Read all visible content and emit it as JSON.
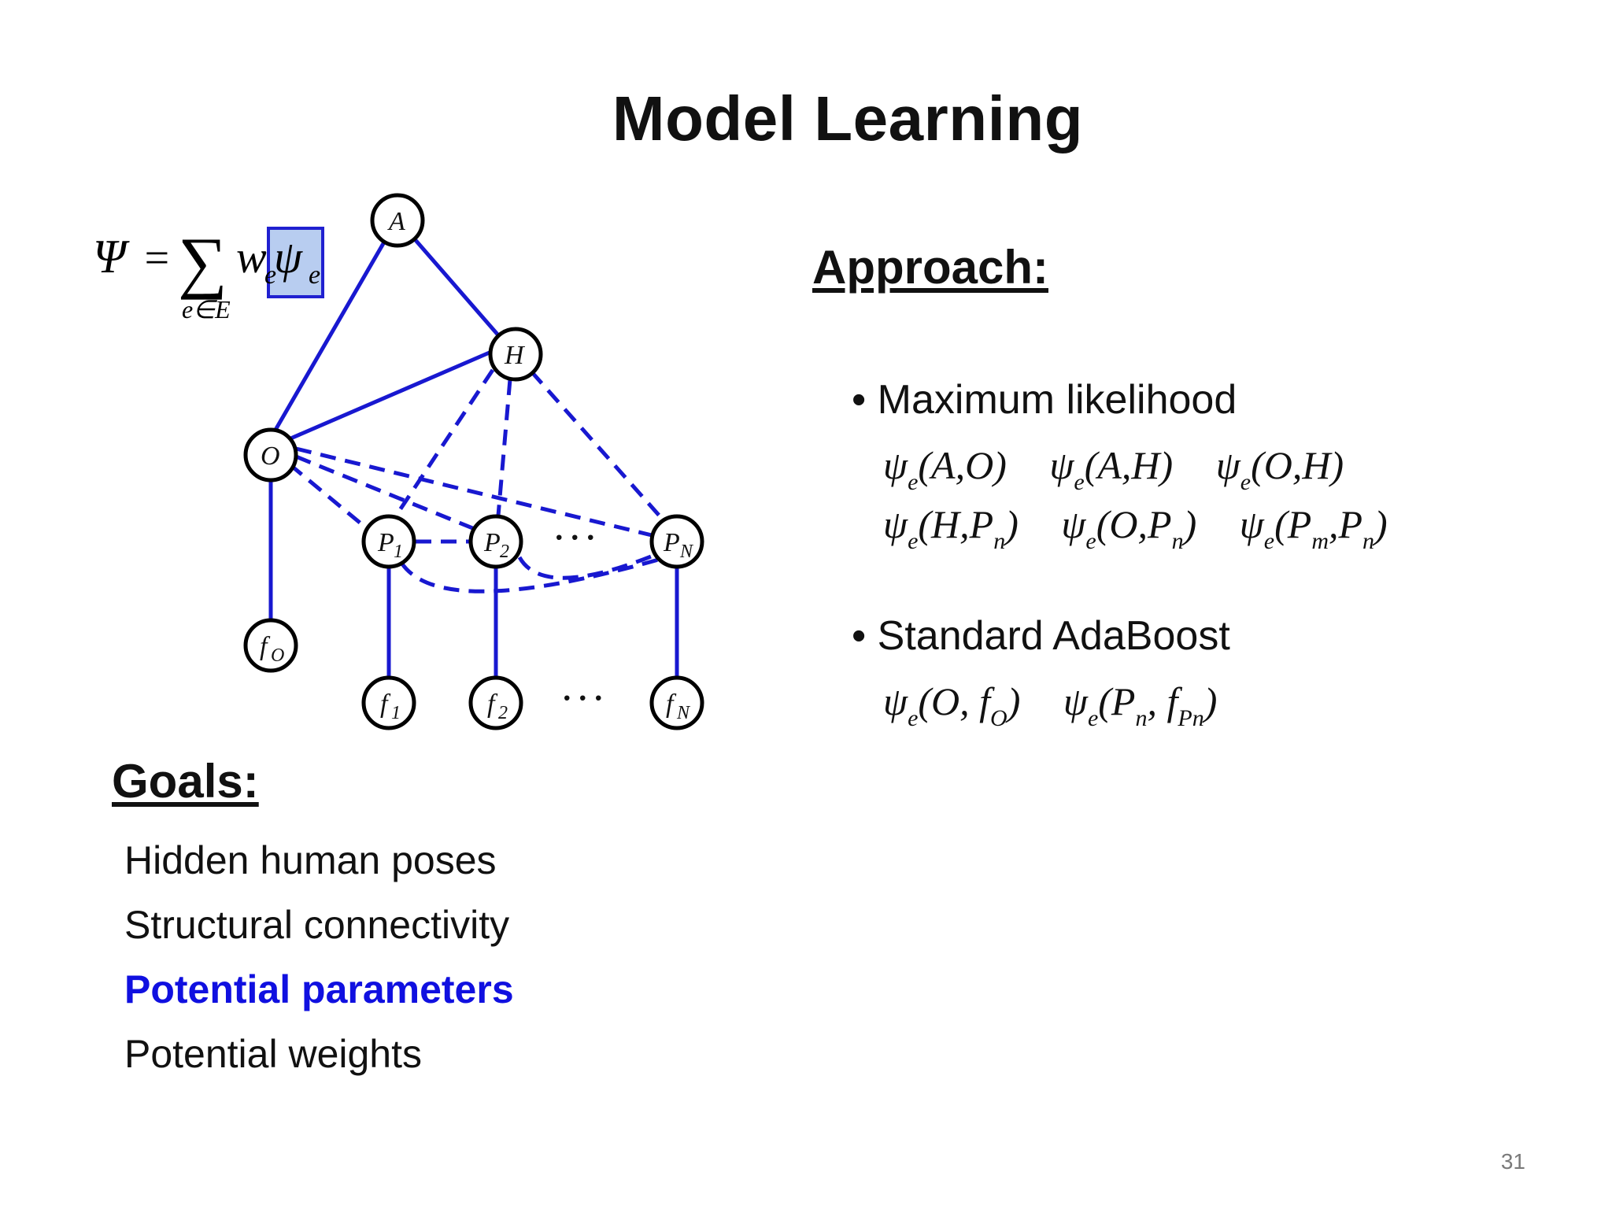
{
  "slide": {
    "title": "Model Learning",
    "page_number": "31"
  },
  "formula": {
    "lhs": "Ψ",
    "equals": "=",
    "sum": "∑",
    "subscript": "e∈E",
    "w": "w",
    "psi": "ψ",
    "e": "e"
  },
  "graph": {
    "nodes": [
      {
        "id": "A",
        "label": "A"
      },
      {
        "id": "H",
        "label": "H"
      },
      {
        "id": "O",
        "label": "O"
      },
      {
        "id": "P1",
        "label": "P",
        "sub": "1"
      },
      {
        "id": "P2",
        "label": "P",
        "sub": "2"
      },
      {
        "id": "PN",
        "label": "P",
        "sub": "N"
      },
      {
        "id": "fO",
        "label": "f",
        "sub": "O"
      },
      {
        "id": "f1",
        "label": "f",
        "sub": "1"
      },
      {
        "id": "f2",
        "label": "f",
        "sub": "2"
      },
      {
        "id": "fN",
        "label": "f",
        "sub": "N"
      }
    ],
    "solid_edges": [
      [
        "A",
        "O"
      ],
      [
        "A",
        "H"
      ],
      [
        "H",
        "O"
      ],
      [
        "O",
        "fO"
      ],
      [
        "P1",
        "f1"
      ],
      [
        "P2",
        "f2"
      ],
      [
        "PN",
        "fN"
      ]
    ],
    "dashed_edges": [
      [
        "H",
        "P1"
      ],
      [
        "H",
        "P2"
      ],
      [
        "H",
        "PN"
      ],
      [
        "O",
        "P1"
      ],
      [
        "O",
        "P2"
      ],
      [
        "O",
        "PN"
      ],
      [
        "P1",
        "P2"
      ],
      [
        "P2",
        "PN"
      ],
      [
        "P1",
        "PN"
      ]
    ],
    "ellipsis": "· · ·",
    "colors": {
      "edge": "#1818d0",
      "node_stroke": "#000000",
      "highlight_fill": "#b8cdf0",
      "highlight_stroke": "#2020d0"
    }
  },
  "approach": {
    "heading": "Approach:",
    "bullets": [
      {
        "label": "• Maximum likelihood",
        "terms": [
          [
            "ψ",
            "e",
            "(A,O)"
          ],
          [
            "ψ",
            "e",
            "(A,H)"
          ],
          [
            "ψ",
            "e",
            "(O,H)"
          ],
          [
            "ψ",
            "e",
            "(H,P",
            "n",
            ")"
          ],
          [
            "ψ",
            "e",
            "(O,P",
            "n",
            ")"
          ],
          [
            "ψ",
            "e",
            "(P",
            "m",
            ",P",
            "n",
            ")"
          ]
        ]
      },
      {
        "label": "• Standard AdaBoost",
        "terms": [
          [
            "ψ",
            "e",
            "(O, f",
            "O",
            ")"
          ],
          [
            "ψ",
            "e",
            "(P",
            "n",
            ", f",
            "Pn",
            ")"
          ]
        ]
      }
    ]
  },
  "goals": {
    "heading": "Goals:",
    "items": [
      "Hidden human poses",
      "Structural connectivity",
      "Potential parameters",
      "Potential weights"
    ],
    "active_index": 2,
    "active_color": "#1010e0"
  }
}
